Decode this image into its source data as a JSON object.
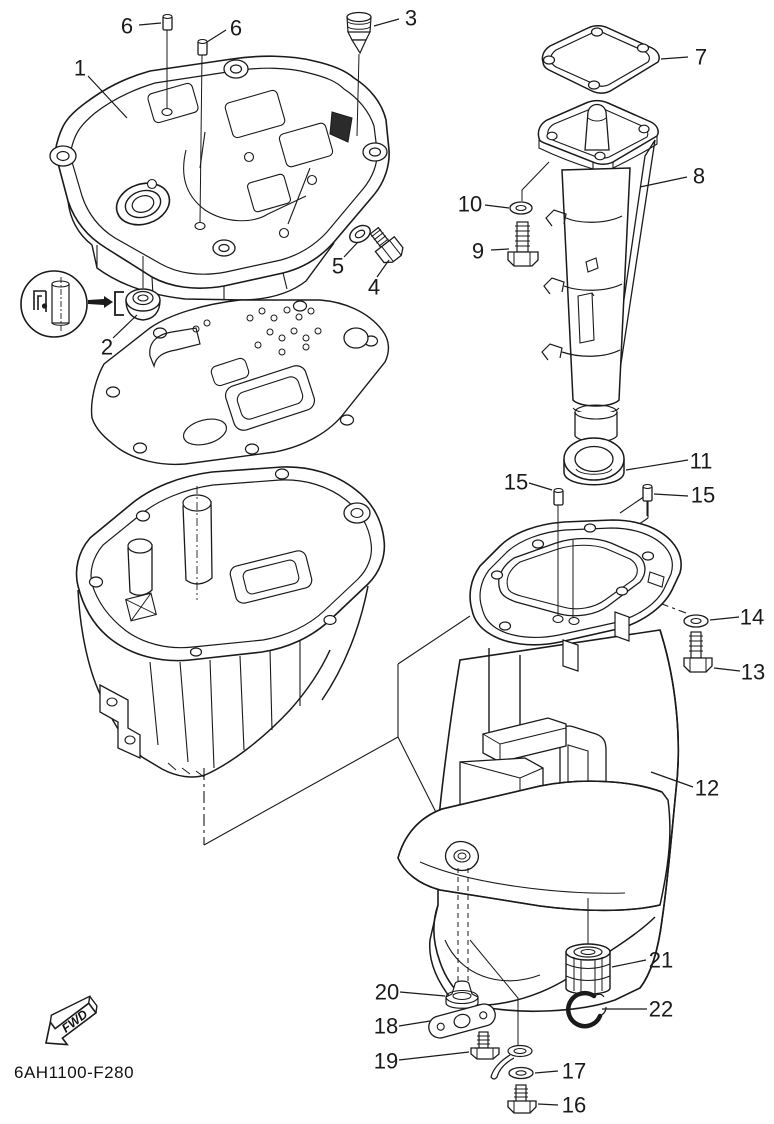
{
  "diagram": {
    "code": "6AH1100-F280",
    "fwd_label": "FWD",
    "callouts": {
      "c1": "1",
      "c2": "2",
      "c3": "3",
      "c4": "4",
      "c5": "5",
      "c6a": "6",
      "c6b": "6",
      "c7": "7",
      "c8": "8",
      "c9": "9",
      "c10": "10",
      "c11": "11",
      "c12": "12",
      "c13": "13",
      "c14": "14",
      "c15a": "15",
      "c15b": "15",
      "c16": "16",
      "c17": "17",
      "c18": "18",
      "c19": "19",
      "c20": "20",
      "c21": "21",
      "c22": "22"
    }
  }
}
